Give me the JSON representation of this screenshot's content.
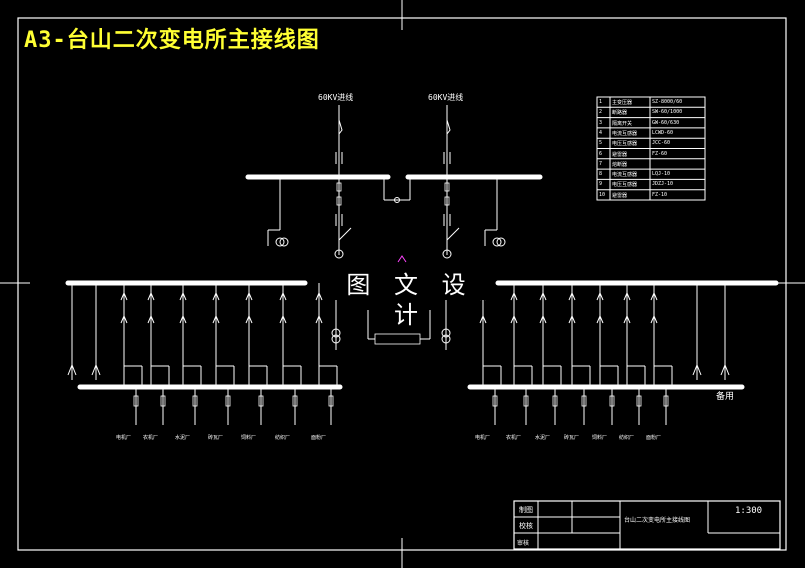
{
  "title": "A3-台山二次变电所主接线图",
  "incoming": [
    "60KV进线",
    "60KV进线"
  ],
  "watermark": "图 文 设 计",
  "feeders_left": [
    "电机厂",
    "农机厂",
    "水泥厂",
    "砖瓦厂",
    "饲料厂",
    "纺织厂",
    "面粉厂"
  ],
  "feeders_right": [
    "电机厂",
    "农机厂",
    "水泥厂",
    "砖瓦厂",
    "饲料厂",
    "纺织厂",
    "面粉厂"
  ],
  "spare": "备用",
  "equipment_table": {
    "rows": [
      [
        "1",
        "主变压器",
        "SZ-8000/60"
      ],
      [
        "2",
        "断路器",
        "SW-60/1000"
      ],
      [
        "3",
        "隔离开关",
        "GW-60/630"
      ],
      [
        "4",
        "电流互感器",
        "LCWD-60"
      ],
      [
        "5",
        "电压互感器",
        "JCC-60"
      ],
      [
        "6",
        "避雷器",
        "FZ-60"
      ],
      [
        "7",
        "熔断器",
        ""
      ],
      [
        "8",
        "电流互感器",
        "LQJ-10"
      ],
      [
        "9",
        "电压互感器",
        "JDZJ-10"
      ],
      [
        "10",
        "避雷器",
        "FZ-10"
      ]
    ]
  },
  "title_block": {
    "drawn_label": "制图",
    "check_label": "校核",
    "approve_label": "审核",
    "name_cell": "台山二次变电所主接线图",
    "scale": "1:300"
  }
}
